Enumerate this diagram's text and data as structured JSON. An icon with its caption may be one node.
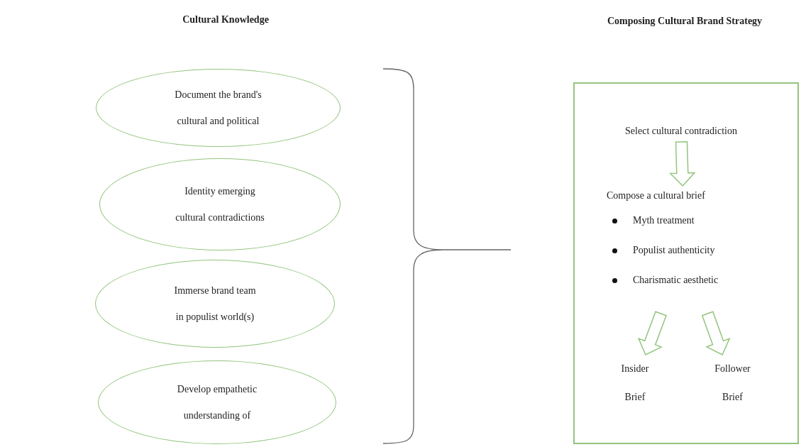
{
  "diagram": {
    "nodes": [
      {
        "text": [
          "Document the brand's cultural and political"
        ]
      },
      {
        "text": [
          "Identity emerging cultural contradictions"
        ]
      },
      {
        "text": [
          "Immerse brand team in populist world(s)"
        ]
      },
      {
        "text": [
          "Develop empathetic understanding of"
        ]
      },
      {
        "text": [],
        "shape": "box"
      },
      {
        "text": [
          "Select cultural contradiction"
        ],
        "in": 4
      },
      {
        "text": [
          "Compose a cultural brief",
          "Myth treatment",
          "Populist authenticity",
          "Charismatic aesthetic"
        ],
        "in": 4
      },
      {
        "text": [
          "Insider Brief"
        ],
        "in": 4
      },
      {
        "text": [
          "Follower Brief"
        ],
        "in": 4
      }
    ],
    "edges": [
      {
        "from": 5,
        "to": 6,
        "arrow": "to"
      },
      {
        "from": 6,
        "to": 7,
        "arrow": "to"
      },
      {
        "from": 6,
        "to": 8,
        "arrow": "to"
      }
    ],
    "labels": [
      "Cultural Knowledge",
      "Composing Cultural Brand Strategy"
    ]
  }
}
